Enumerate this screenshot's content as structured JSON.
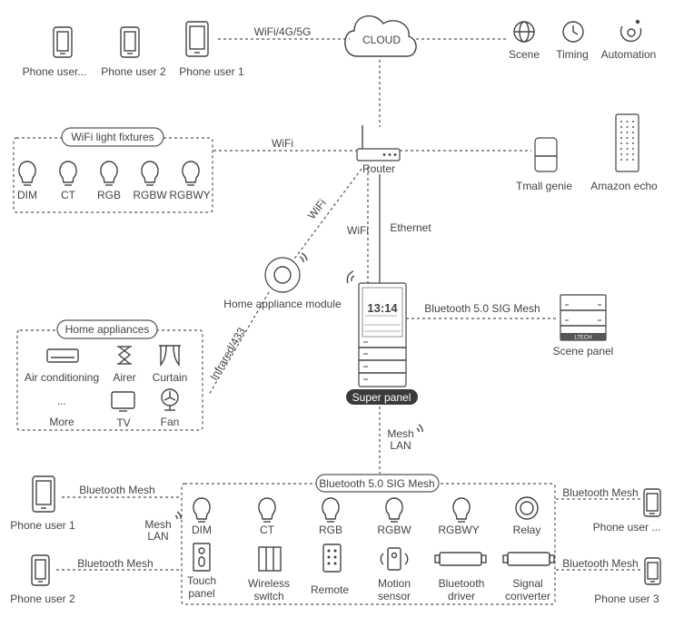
{
  "cloud": {
    "label": "CLOUD",
    "link_label": "WiFi/4G/5G",
    "phones": [
      "Phone user...",
      "Phone user 2",
      "Phone user 1"
    ],
    "services": [
      {
        "label": "Scene",
        "icon": "globe-icon"
      },
      {
        "label": "Timing",
        "icon": "clock-icon"
      },
      {
        "label": "Automation",
        "icon": "automation-icon"
      }
    ]
  },
  "router": {
    "label": "Router",
    "wifi_left": "WiFi",
    "wifi_down": "WiFi",
    "wifi_diag": "WiFi",
    "ethernet": "Ethernet"
  },
  "wifi_fixtures": {
    "title": "WiFi light fixtures",
    "items": [
      "DIM",
      "CT",
      "RGB",
      "RGBW",
      "RGBWY"
    ]
  },
  "speakers": [
    {
      "label": "Tmall genie",
      "icon": "tmall-genie-icon"
    },
    {
      "label": "Amazon echo",
      "icon": "amazon-echo-icon"
    }
  ],
  "home_module": {
    "label": "Home appliance module",
    "link_label": "Infrared/433"
  },
  "home_appliances": {
    "title": "Home appliances",
    "items": [
      {
        "label": "Air conditioning",
        "icon": "air-conditioner-icon"
      },
      {
        "label": "Airer",
        "icon": "airer-icon"
      },
      {
        "label": "Curtain",
        "icon": "curtain-icon"
      },
      {
        "label": "More",
        "icon": "ellipsis-icon",
        "glyph": "..."
      },
      {
        "label": "TV",
        "icon": "tv-icon"
      },
      {
        "label": "Fan",
        "icon": "fan-icon"
      }
    ]
  },
  "super_panel": {
    "label": "Super panel",
    "time": "13:14",
    "mesh_link": "Bluetooth 5.0 SIG Mesh",
    "lan_label_1": "Mesh",
    "lan_label_2": "LAN"
  },
  "scene_panel": {
    "label": "Scene panel",
    "brand": "LTECH"
  },
  "bt_group": {
    "title": "Bluetooth 5.0 SIG Mesh",
    "lan_label_1": "Mesh",
    "lan_label_2": "LAN",
    "lights": [
      "DIM",
      "CT",
      "RGB",
      "RGBW",
      "RGBWY",
      "Relay"
    ],
    "devices": [
      {
        "label_1": "Touch",
        "label_2": "panel"
      },
      {
        "label_1": "Wireless",
        "label_2": "switch"
      },
      {
        "label_1": "Remote",
        "label_2": ""
      },
      {
        "label_1": "Motion",
        "label_2": "sensor"
      },
      {
        "label_1": "Bluetooth",
        "label_2": "driver"
      },
      {
        "label_1": "Signal",
        "label_2": "converter"
      }
    ]
  },
  "bt_phones": {
    "link_label": "Bluetooth Mesh",
    "left": [
      "Phone user 1",
      "Phone user 2"
    ],
    "right": [
      "Phone user ...",
      "Phone user 3"
    ]
  }
}
